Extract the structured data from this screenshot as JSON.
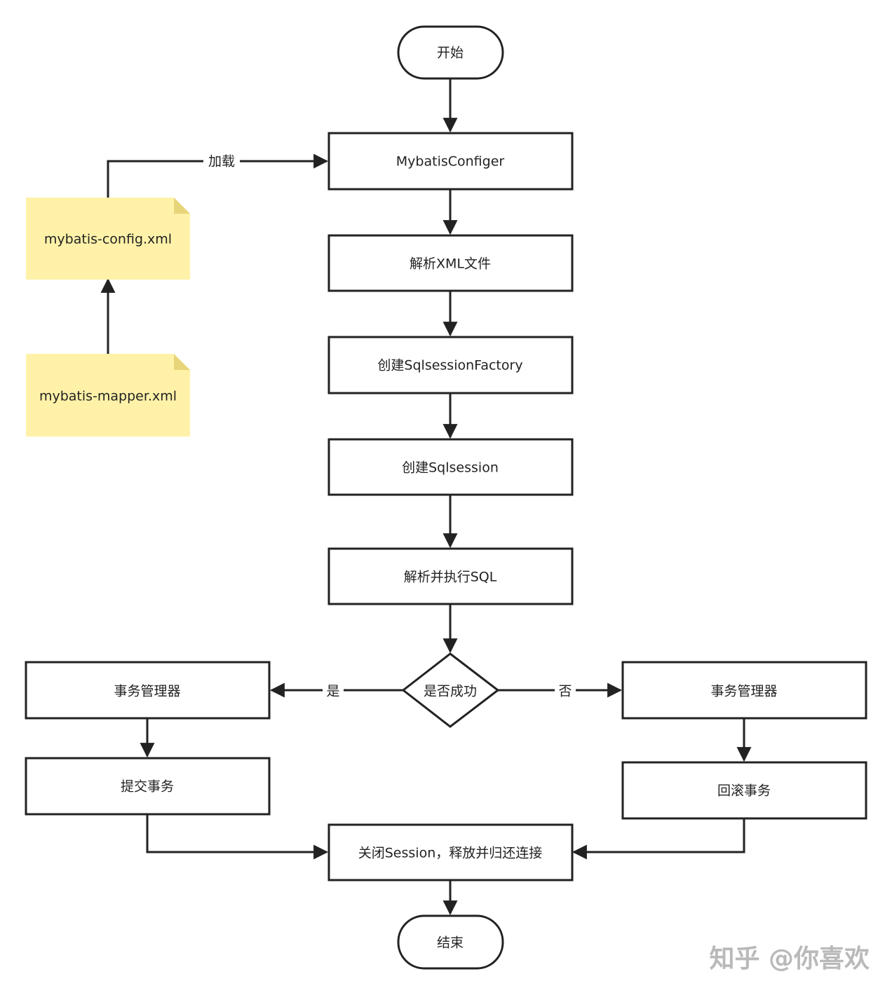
{
  "nodes": {
    "start": "开始",
    "configer": "MybatisConfiger",
    "parse_xml": "解析XML文件",
    "create_factory": "创建SqlsessionFactory",
    "create_session": "创建Sqlsession",
    "exec_sql": "解析并执行SQL",
    "decision": "是否成功",
    "tx_manager_left": "事务管理器",
    "commit": "提交事务",
    "tx_manager_right": "事务管理器",
    "rollback": "回滚事务",
    "close": "关闭Session，释放并归还连接",
    "end": "结束",
    "config_file": "mybatis-config.xml",
    "mapper_file": "mybatis-mapper.xml"
  },
  "edges": {
    "load": "加载",
    "yes": "是",
    "no": "否"
  },
  "watermark": "知乎 @你喜欢",
  "colors": {
    "stroke": "#222222",
    "note_fill": "#fff2a8",
    "note_fold": "#e8d57a",
    "watermark": "#b9b9b9"
  }
}
